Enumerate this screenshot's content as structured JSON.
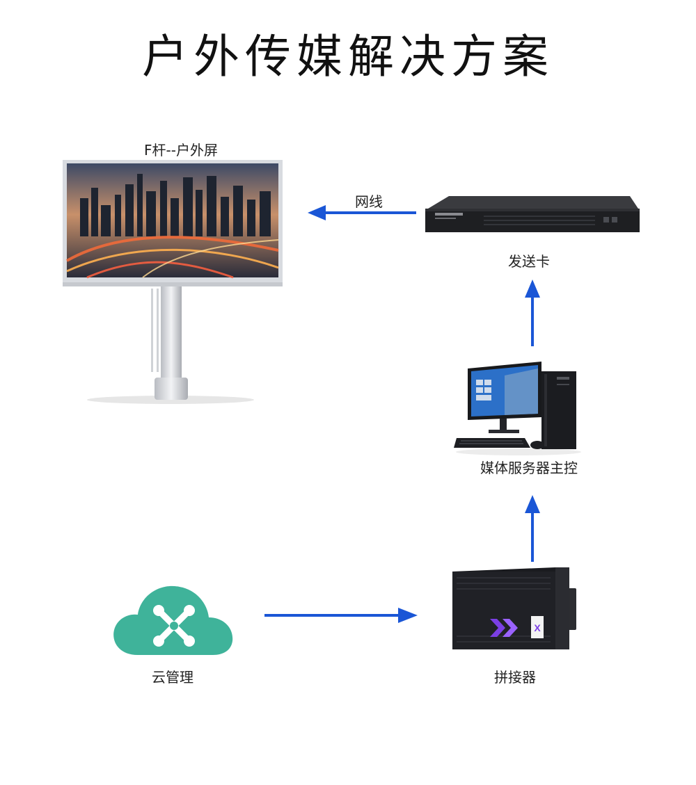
{
  "page": {
    "title": "户外传媒解决方案"
  },
  "nodes": {
    "billboard": {
      "label": "F杆--户外屏",
      "icon": "billboard-icon"
    },
    "sending_card": {
      "label": "发送卡",
      "icon": "sending-card-device-icon"
    },
    "media_server": {
      "label": "媒体服务器主控",
      "icon": "desktop-computer-icon"
    },
    "splicer": {
      "label": "拼接器",
      "icon": "video-splicer-icon",
      "badge": "X"
    },
    "cloud": {
      "label": "云管理",
      "icon": "cloud-management-icon"
    }
  },
  "edges": {
    "network_cable": {
      "label": "网线"
    }
  },
  "colors": {
    "arrow": "#1a56d6",
    "cloud": "#3fb39a",
    "device_dark": "#1c1c1e",
    "splicer_accent": "#7b3fe4"
  }
}
